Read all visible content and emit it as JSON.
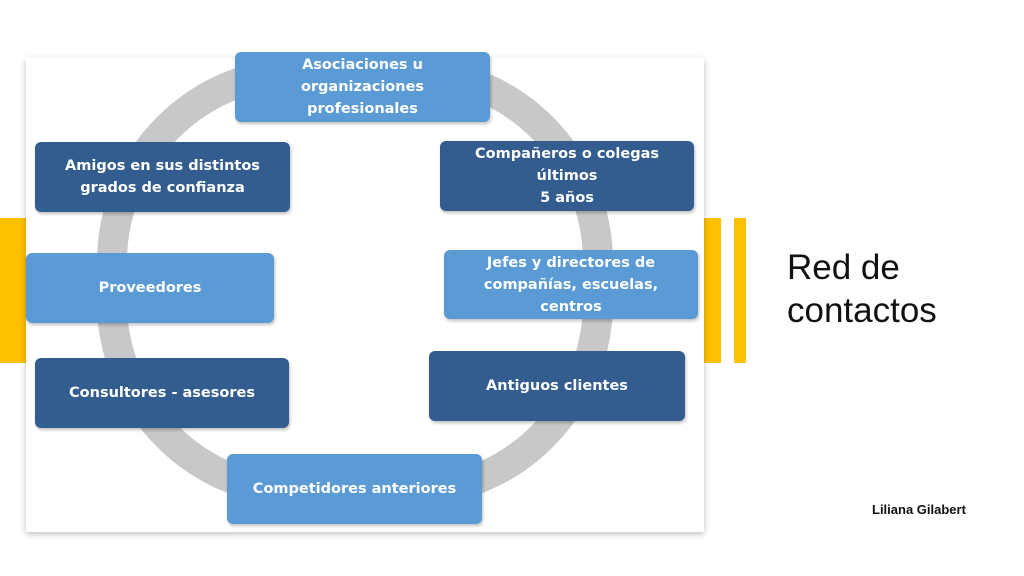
{
  "diagram": {
    "nodes": [
      {
        "id": "asociaciones",
        "label": "Asociaciones  u organizaciones\nprofesionales",
        "style": "light"
      },
      {
        "id": "companeros",
        "label": "Compañeros o colegas  últimos\n5 años",
        "style": "dark"
      },
      {
        "id": "jefes",
        "label": "Jefes y directores de\ncompañías,  escuelas,  centros",
        "style": "light"
      },
      {
        "id": "antiguos-clientes",
        "label": "Antiguos clientes",
        "style": "dark"
      },
      {
        "id": "competidores",
        "label": "Competidores anteriores",
        "style": "light"
      },
      {
        "id": "consultores",
        "label": "Consultores - asesores",
        "style": "dark"
      },
      {
        "id": "proveedores",
        "label": "Proveedores",
        "style": "light"
      },
      {
        "id": "amigos",
        "label": "Amigos en sus distintos\ngrados de confianza",
        "style": "dark"
      }
    ],
    "colors": {
      "light": "#5b9bd5",
      "dark": "#335d8f",
      "ring": "#c8c8c8",
      "accent": "#ffc000"
    }
  },
  "slide": {
    "title": "Red de\ncontactos",
    "author": "Liliana Gilabert"
  }
}
